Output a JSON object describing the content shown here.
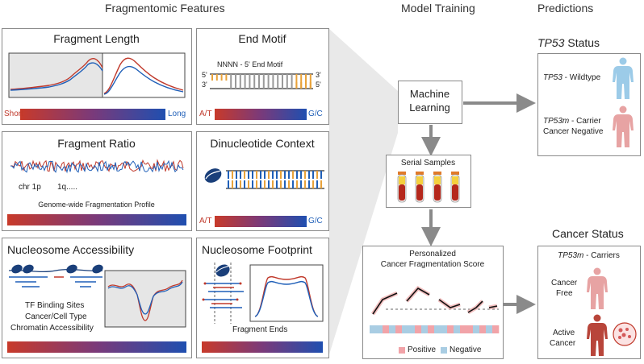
{
  "headers": {
    "features": "Fragmentomic Features",
    "training": "Model Training",
    "predictions": "Predictions"
  },
  "fragment_length": {
    "title": "Fragment Length",
    "left": "Short",
    "right": "Long"
  },
  "end_motif": {
    "title": "End Motif",
    "motif": "NNNN - 5' End Motif",
    "p5a": "5'",
    "p3a": "3'",
    "p3b": "3'",
    "p5b": "5'",
    "left": "A/T",
    "right": "G/C"
  },
  "fragment_ratio": {
    "title": "Fragment Ratio",
    "chr1": "chr 1p",
    "chr2": "1q.....",
    "caption": "Genome-wide Fragmentation Profile"
  },
  "dinucleotide": {
    "title": "Dinucleotide Context",
    "left": "A/T",
    "right": "G/C"
  },
  "nucleosome_access": {
    "title": "Nucleosome Accessibility",
    "line1": "TF Binding Sites",
    "line2": "Cancer/Cell Type",
    "line3": "Chromatin Accessibility"
  },
  "nucleosome_foot": {
    "title": "Nucleosome  Footprint",
    "caption": "Fragment Ends"
  },
  "ml": {
    "line1": "Machine",
    "line2": "Learning"
  },
  "serial": {
    "label": "Serial Samples"
  },
  "pcfs": {
    "line1": "Personalized",
    "line2": "Cancer Fragmentation Score",
    "positive": "Positive",
    "negative": "Negative"
  },
  "tp53": {
    "title_gene": "TP53",
    "title_rest": " Status",
    "wt_gene": "TP53",
    "wt_rest": " - Wildtype",
    "carrier_gene": "TP53m",
    "carrier_rest": " - Carrier",
    "carrier_line2": "Cancer Negative"
  },
  "cancer": {
    "title": "Cancer Status",
    "sub_gene": "TP53m",
    "sub_rest": " - Carriers",
    "free1": "Cancer",
    "free2": "Free",
    "active1": "Active",
    "active2": "Cancer"
  },
  "colors": {
    "red": "#c0392b",
    "blue": "#1f5fb8",
    "orange": "#e8a23a",
    "pink": "#f1a3a8",
    "lightblue": "#a9cde3",
    "figure_blue": "#9ccbe8",
    "figure_pink": "#e7a3a3",
    "figure_red": "#b8453a"
  }
}
